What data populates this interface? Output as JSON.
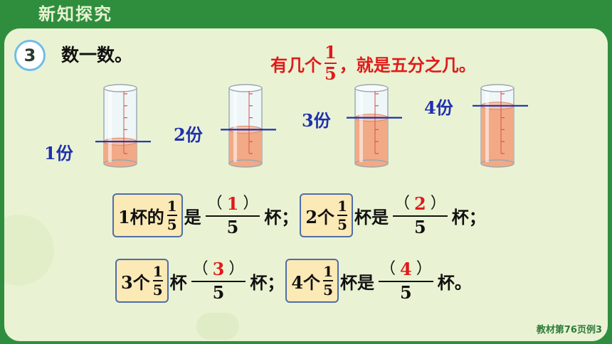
{
  "header": {
    "title": "新知探究"
  },
  "step": {
    "number": "3",
    "instruction": "数一数。"
  },
  "hint": {
    "prefix": "有几个",
    "frac_num": "1",
    "frac_den": "5",
    "suffix": "，就是五分之几。"
  },
  "cylinders": [
    {
      "label": "1份",
      "fill_fraction": 0.2
    },
    {
      "label": "2份",
      "fill_fraction": 0.4
    },
    {
      "label": "3份",
      "fill_fraction": 0.6
    },
    {
      "label": "4份",
      "fill_fraction": 0.8
    }
  ],
  "equations": {
    "row1": {
      "box1": {
        "prefix": "1杯的",
        "num": "1",
        "den": "5"
      },
      "mid1": "是",
      "ans1": {
        "num": "1",
        "den": "5"
      },
      "end1": "杯；",
      "box2": {
        "prefix": "2个",
        "num": "1",
        "den": "5"
      },
      "mid2": "杯是",
      "ans2": {
        "num": "2",
        "den": "5"
      },
      "end2": "杯；"
    },
    "row2": {
      "box1": {
        "prefix": "3个",
        "num": "1",
        "den": "5"
      },
      "mid1": "杯",
      "ans1": {
        "num": "3",
        "den": "5"
      },
      "end1": "杯；",
      "box2": {
        "prefix": "4个",
        "num": "1",
        "den": "5"
      },
      "mid2": "杯是",
      "ans2": {
        "num": "4",
        "den": "5"
      },
      "end2": "杯。"
    },
    "paren_open": "（",
    "paren_close": "）"
  },
  "footer": {
    "note": "教材第76页例3"
  },
  "colors": {
    "juice": "#f2a985",
    "marker_line": "#1f2fb0",
    "answer": "#e01a1a",
    "box_fill": "#fbe9b6"
  }
}
